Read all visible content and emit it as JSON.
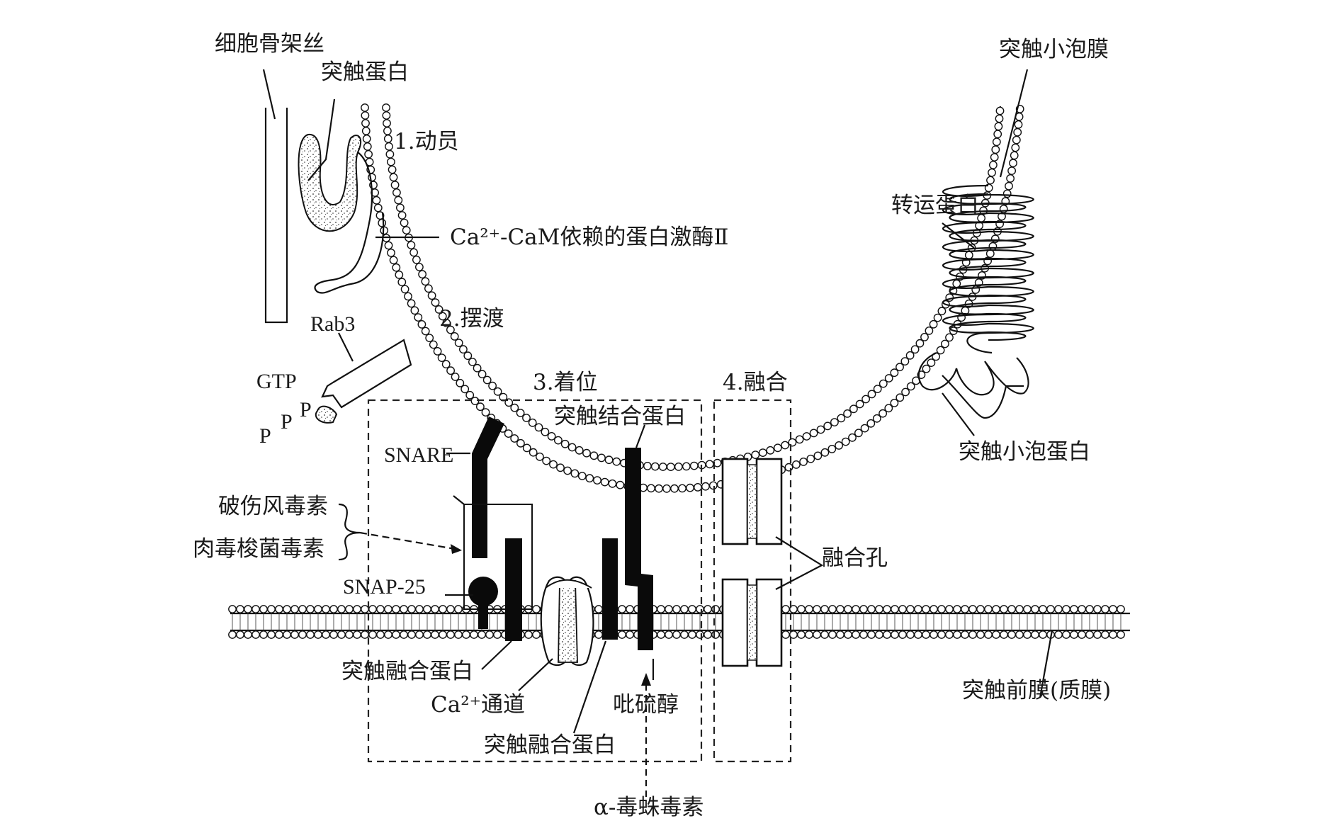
{
  "labels": {
    "cytoskeleton": "细胞骨架丝",
    "synapsin": "突触蛋白",
    "step1": "1.动员",
    "camk": "Ca²⁺-CaM依赖的蛋白激酶Ⅱ",
    "rab3": "Rab3",
    "step2": "2.摆渡",
    "gtp": "GTP",
    "p1": "P",
    "p2": "P",
    "p3": "P",
    "step3": "3.着位",
    "step4": "4.融合",
    "snare": "SNARE",
    "synaptotagmin": "突触结合蛋白",
    "tetanus": "破伤风毒素",
    "botulinum": "肉毒梭菌毒素",
    "snap25": "SNAP-25",
    "syntaxin_left": "突触融合蛋白",
    "ca_channel": "Ca²⁺通道",
    "pyridoxine": "吡硫醇",
    "syntaxin_bottom": "突触融合蛋白",
    "latrotoxin": "α-毒蛛毒素",
    "vesicle_membrane": "突触小泡膜",
    "transporter": "转运蛋白",
    "synaptophysin": "突触小泡蛋白",
    "fusion_pore": "融合孔",
    "presynaptic_membrane": "突触前膜(质膜)"
  },
  "colors": {
    "ink": "#111111",
    "background": "#ffffff"
  }
}
